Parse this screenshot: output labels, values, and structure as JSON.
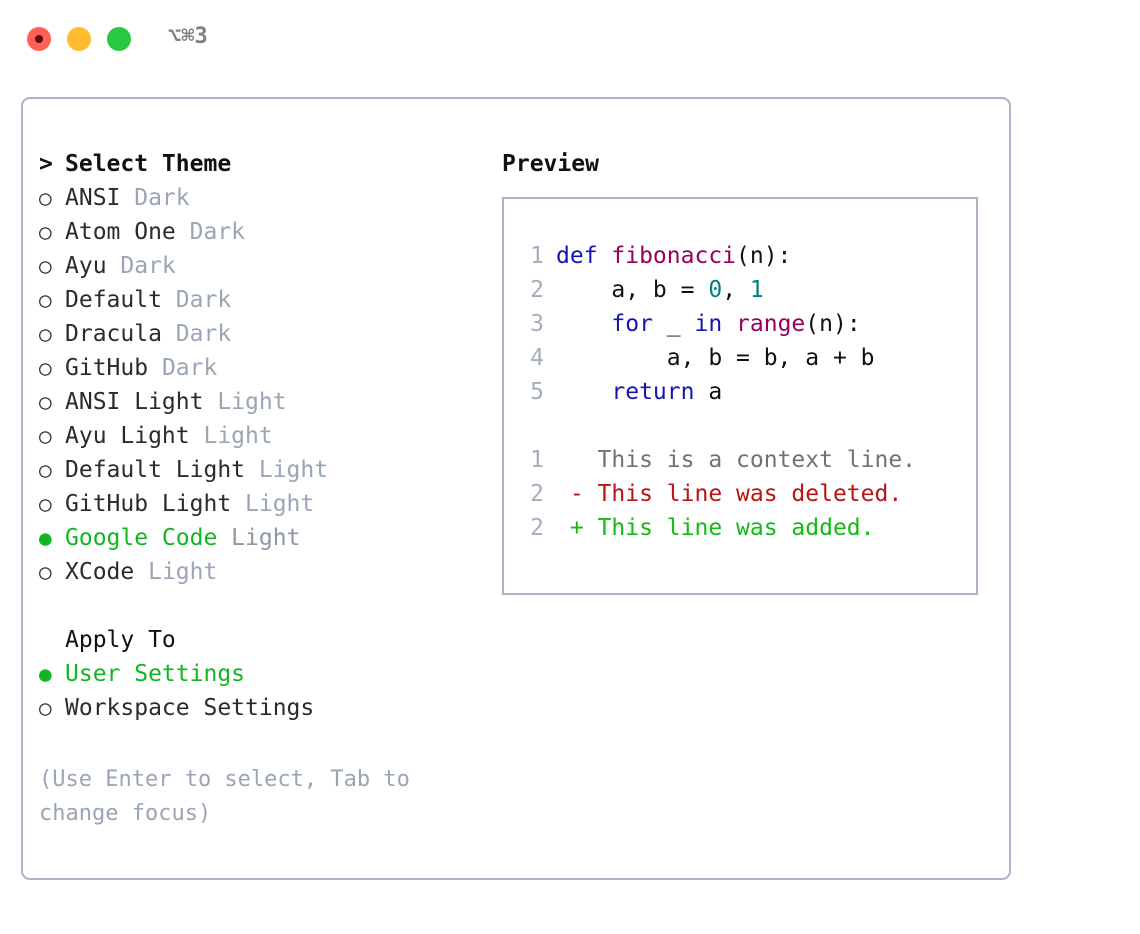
{
  "window": {
    "shortcut_label": "⌥⌘3",
    "traffic_lights": {
      "close_label": "close",
      "minimize_label": "minimize",
      "zoom_label": "zoom",
      "close_color": "#ff6057",
      "minimize_color": "#febc2e",
      "zoom_color": "#28c840"
    }
  },
  "theme_picker": {
    "header_marker": ">",
    "header_label": "Select Theme",
    "unselected_marker": "○",
    "selected_marker": "●",
    "selected_color": "#12b622",
    "items": [
      {
        "marker": "○",
        "label": "ANSI",
        "suffix": "Dark",
        "selected": false
      },
      {
        "marker": "○",
        "label": "Atom One",
        "suffix": "Dark",
        "selected": false
      },
      {
        "marker": "○",
        "label": "Ayu",
        "suffix": "Dark",
        "selected": false
      },
      {
        "marker": "○",
        "label": "Default",
        "suffix": "Dark",
        "selected": false
      },
      {
        "marker": "○",
        "label": "Dracula",
        "suffix": "Dark",
        "selected": false
      },
      {
        "marker": "○",
        "label": "GitHub",
        "suffix": "Dark",
        "selected": false
      },
      {
        "marker": "○",
        "label": "ANSI Light",
        "suffix": "Light",
        "selected": false
      },
      {
        "marker": "○",
        "label": "Ayu Light",
        "suffix": "Light",
        "selected": false
      },
      {
        "marker": "○",
        "label": "Default Light",
        "suffix": "Light",
        "selected": false
      },
      {
        "marker": "○",
        "label": "GitHub Light",
        "suffix": "Light",
        "selected": false
      },
      {
        "marker": "●",
        "label": "Google Code",
        "suffix": "Light",
        "selected": true
      },
      {
        "marker": "○",
        "label": "XCode",
        "suffix": "Light",
        "selected": false
      }
    ]
  },
  "apply_to": {
    "header_label": "Apply To",
    "items": [
      {
        "marker": "●",
        "label": "User Settings",
        "selected": true
      },
      {
        "marker": "○",
        "label": "Workspace Settings",
        "selected": false
      }
    ]
  },
  "hint": {
    "text": "(Use Enter to select, Tab to change focus)"
  },
  "preview": {
    "title": "Preview",
    "code_lines": [
      {
        "number": "1",
        "tokens": [
          {
            "text": "def ",
            "kind": "kw"
          },
          {
            "text": "fibonacci",
            "kind": "fn"
          },
          {
            "text": "(n):",
            "kind": "pl"
          }
        ]
      },
      {
        "number": "2",
        "tokens": [
          {
            "text": "    a, b = ",
            "kind": "pl"
          },
          {
            "text": "0",
            "kind": "num"
          },
          {
            "text": ", ",
            "kind": "pl"
          },
          {
            "text": "1",
            "kind": "num"
          }
        ]
      },
      {
        "number": "3",
        "tokens": [
          {
            "text": "    ",
            "kind": "pl"
          },
          {
            "text": "for",
            "kind": "kw"
          },
          {
            "text": " _ ",
            "kind": "pl"
          },
          {
            "text": "in",
            "kind": "kw"
          },
          {
            "text": " ",
            "kind": "pl"
          },
          {
            "text": "range",
            "kind": "fn"
          },
          {
            "text": "(n):",
            "kind": "pl"
          }
        ]
      },
      {
        "number": "4",
        "tokens": [
          {
            "text": "        a, b = b, a + b",
            "kind": "pl"
          }
        ]
      },
      {
        "number": "5",
        "tokens": [
          {
            "text": "    ",
            "kind": "pl"
          },
          {
            "text": "return",
            "kind": "kw"
          },
          {
            "text": " a",
            "kind": "pl"
          }
        ]
      }
    ],
    "diff_lines": [
      {
        "number": "1",
        "sign": " ",
        "text": "This is a context line.",
        "kind": "ctx"
      },
      {
        "number": "2",
        "sign": "-",
        "text": "This line was deleted.",
        "kind": "del"
      },
      {
        "number": "2",
        "sign": "+",
        "text": "This line was added.",
        "kind": "add"
      }
    ],
    "syntax_colors": {
      "keyword": "#1515af",
      "function": "#99005c",
      "number": "#008080",
      "plain": "#111111",
      "line_number": "#a3aebd",
      "diff_context": "#727272",
      "diff_deleted": "#b81414",
      "diff_added": "#13bb13"
    }
  }
}
